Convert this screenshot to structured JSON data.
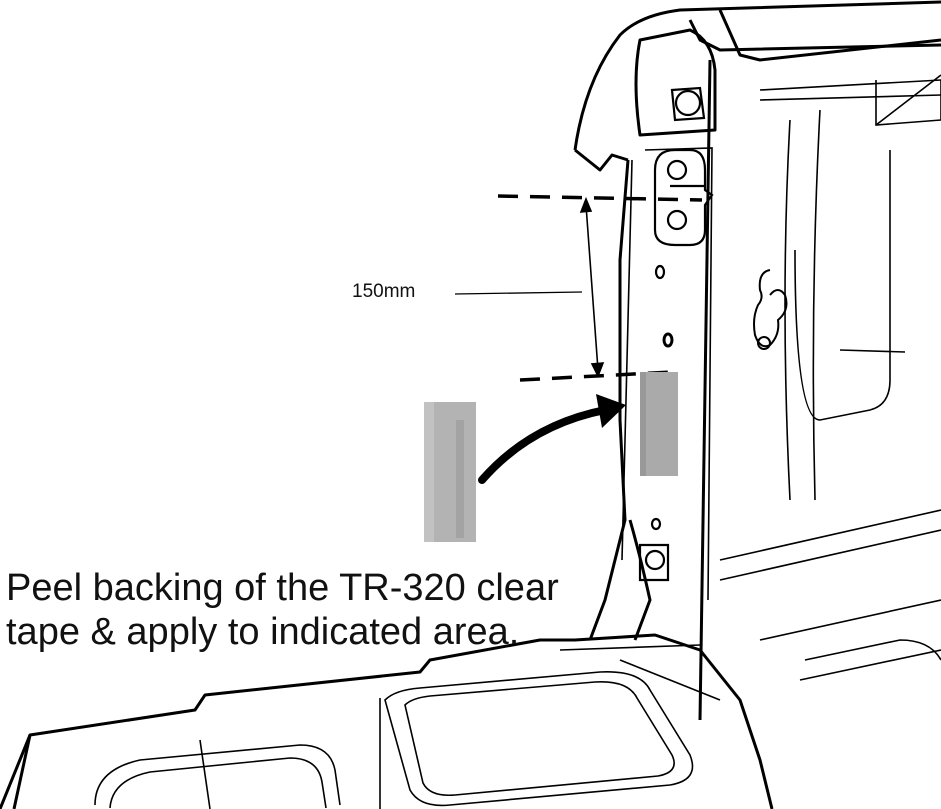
{
  "dimension": {
    "label": "150mm"
  },
  "instruction": {
    "line1": "Peel backing of the TR-320 clear",
    "line2": "tape & apply to indicated area."
  },
  "colors": {
    "line": "#000000",
    "tape": "#b3b3b3",
    "tape_applied": "#aaaaaa",
    "text": "#111111"
  }
}
